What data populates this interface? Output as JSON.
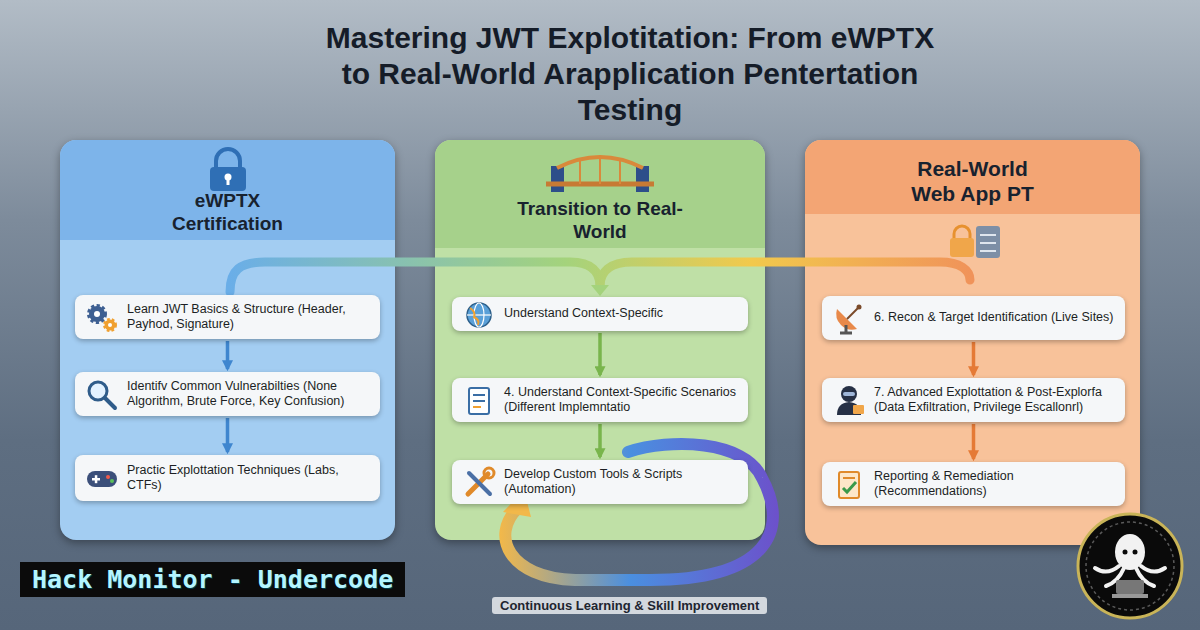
{
  "diagram": {
    "title": "Mastering JWT Explotitation: From eWPTX to Real-World Arapplication Pentertation Testing",
    "nodes": [
      {
        "text": [
          "eWPTX Certification"
        ]
      },
      {
        "text": [
          "Learn JWT Basics & Structure (Header, Payhod, Signature)"
        ],
        "in": 0
      },
      {
        "text": [
          "Identifv Common Vulnerabilties (None Algorithm, Brute Force, Key Confusion)"
        ],
        "in": 0
      },
      {
        "text": [
          "Practic Explottation Techniques (Labs, CTFs)"
        ],
        "in": 0
      },
      {
        "text": [
          "Transition to Real-World"
        ]
      },
      {
        "text": [
          "Understand Context-Specific"
        ],
        "in": 4
      },
      {
        "text": [
          "4. Understand Context-Specific Scenarios (Different Implemntatio"
        ],
        "in": 4
      },
      {
        "text": [
          "Develop Custom Tools & Scripts (Automation)"
        ],
        "in": 4
      },
      {
        "text": [
          "Real-World Web App PT"
        ]
      },
      {
        "text": [
          "6. Recon & Target Identification (Live Sites)"
        ],
        "in": 8
      },
      {
        "text": [
          "7. Advanced Explottation & Post-Explorfa (Data Exfiltration, Privilege Escallonrl)"
        ],
        "in": 8
      },
      {
        "text": [
          "Reporting & Remediation (Recommendations)"
        ],
        "in": 8
      }
    ],
    "edges": [
      {
        "from": 1,
        "to": 2,
        "arrow": "to"
      },
      {
        "from": 2,
        "to": 3,
        "arrow": "to"
      },
      {
        "from": 5,
        "to": 6,
        "arrow": "to"
      },
      {
        "from": 6,
        "to": 7,
        "arrow": "to"
      },
      {
        "from": 9,
        "to": 10,
        "arrow": "to"
      },
      {
        "from": 10,
        "to": 11,
        "arrow": "to"
      }
    ],
    "labels": [
      "Continuous Learning & Skill Improvement",
      "Hack Monitor - Undercode"
    ]
  }
}
